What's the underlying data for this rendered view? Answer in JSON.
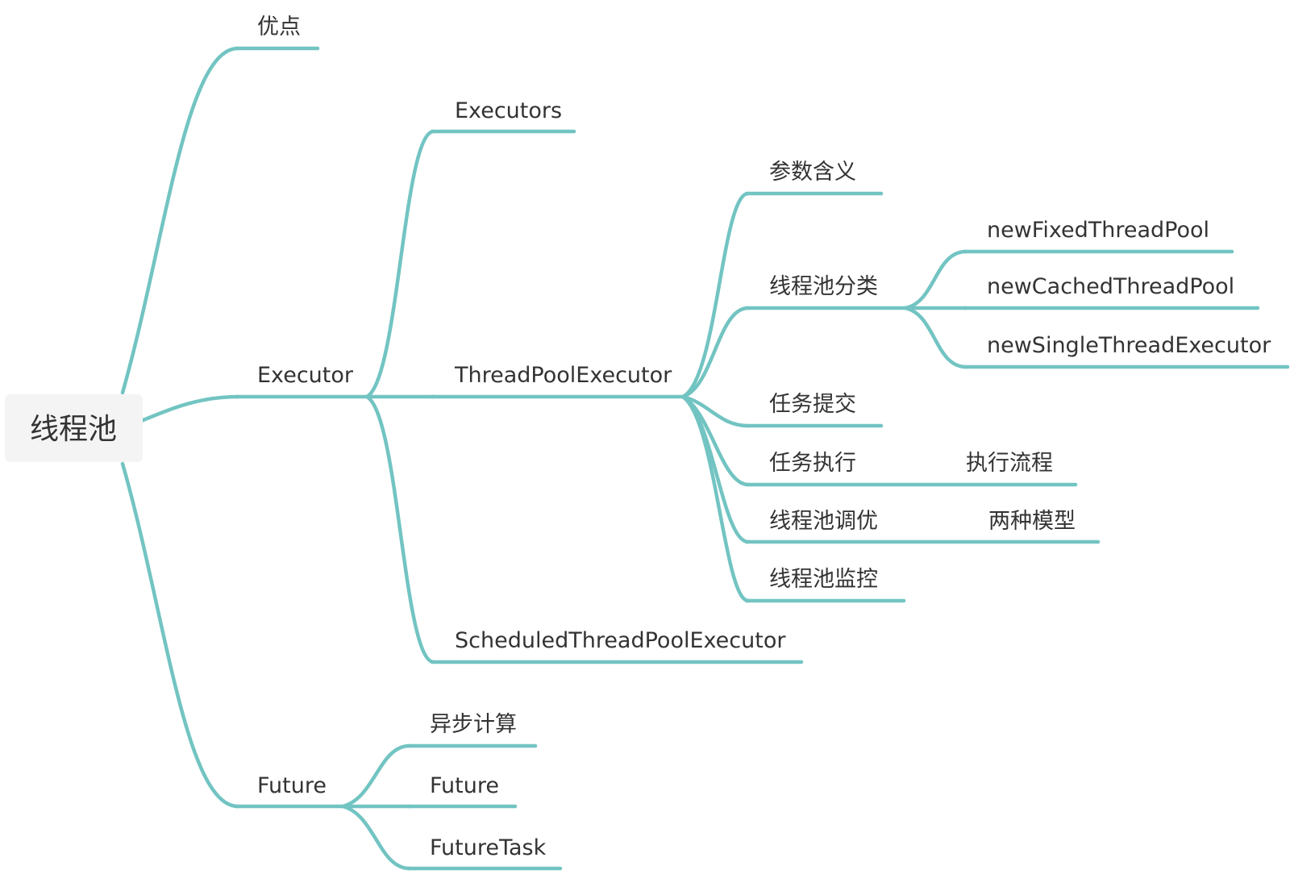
{
  "colors": {
    "branch": "#72c4c2",
    "root_fill": "#f4f4f4",
    "text": "#333333"
  },
  "root": {
    "label": "线程池"
  },
  "nodes": {
    "advantages": "优点",
    "executor": "Executor",
    "executors": "Executors",
    "thread_pool_executor": "ThreadPoolExecutor",
    "param_meaning": "参数含义",
    "pool_types": "线程池分类",
    "new_fixed": "newFixedThreadPool",
    "new_cached": "newCachedThreadPool",
    "new_single": "newSingleThreadExecutor",
    "task_submit": "任务提交",
    "task_execute": "任务执行",
    "exec_flow": "执行流程",
    "pool_tuning": "线程池调优",
    "two_models": "两种模型",
    "pool_monitor": "线程池监控",
    "scheduled_executor": "ScheduledThreadPoolExecutor",
    "future": "Future",
    "async_compute": "异步计算",
    "future_child": "Future",
    "future_task": "FutureTask"
  }
}
